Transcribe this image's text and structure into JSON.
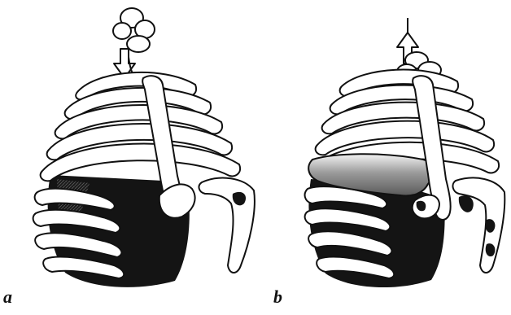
{
  "panels": [
    {
      "id": "a",
      "label": "a"
    },
    {
      "id": "b",
      "label": "b"
    }
  ],
  "colors": {
    "ink": "#111111",
    "bone_fill": "#ffffff",
    "cavity": "#141414",
    "lung_shade": "#8a8a8a"
  }
}
